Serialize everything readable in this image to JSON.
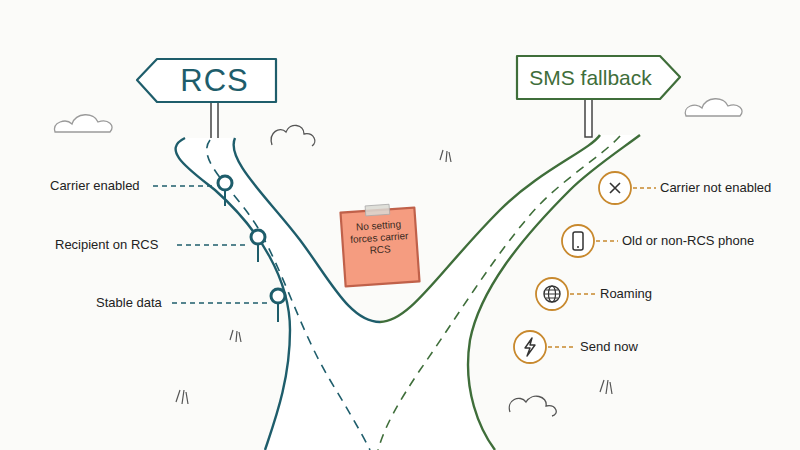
{
  "diagram": {
    "nodes": [
      {
        "text": [
          "RCS"
        ]
      },
      {
        "text": [
          "SMS fallback"
        ]
      },
      {
        "text": [
          "No setting forces carrier RCS"
        ]
      }
    ],
    "labels": [
      "Carrier enabled",
      "Recipient on RCS",
      "Stable data",
      "Carrier not enabled",
      "Old or non-RCS phone",
      "Roaming",
      "Send now"
    ]
  }
}
